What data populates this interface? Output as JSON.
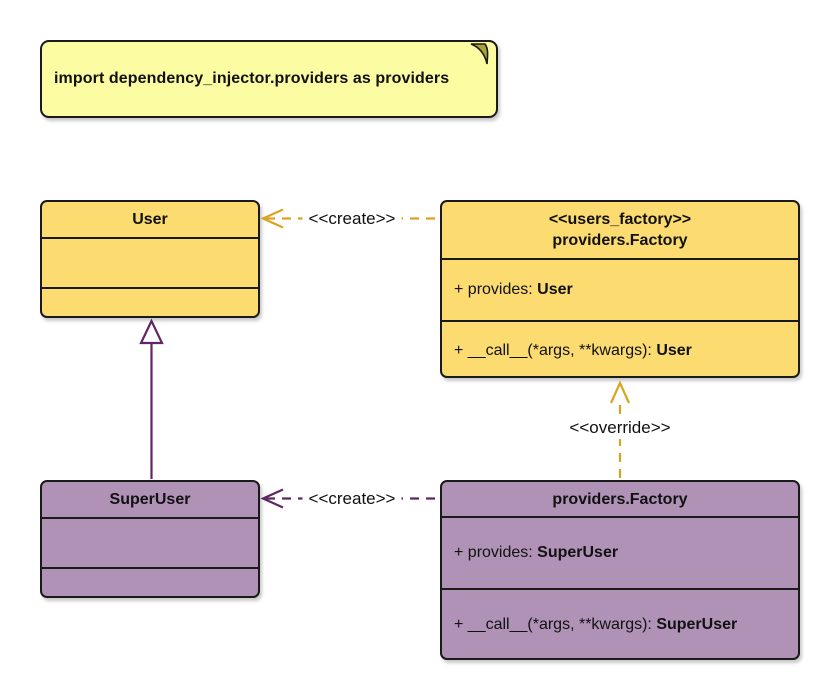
{
  "note": {
    "text": "import dependency_injector.providers as providers"
  },
  "classes": {
    "user": {
      "title": "User"
    },
    "users_factory": {
      "stereotype": "<<users_factory>>",
      "title": "providers.Factory",
      "attribute_prefix": "+ provides: ",
      "attribute_type": "User",
      "method_prefix": "+ __call__(*args, **kwargs): ",
      "method_type": "User"
    },
    "superuser": {
      "title": "SuperUser"
    },
    "superuser_factory": {
      "title": "providers.Factory",
      "attribute_prefix": "+ provides: ",
      "attribute_type": "SuperUser",
      "method_prefix": "+ __call__(*args, **kwargs): ",
      "method_type": "SuperUser"
    }
  },
  "edges": {
    "create_user": {
      "label": "<<create>>"
    },
    "create_superuser": {
      "label": "<<create>>"
    },
    "override": {
      "label": "<<override>>"
    }
  },
  "colors": {
    "user_fill": "#FCDB71",
    "superuser_fill": "#B192B7",
    "note_fill": "#FCFCA3",
    "note_fold": "#A9A339",
    "gold_edge": "#D9A420",
    "purple_edge": "#5E2763",
    "border": "#1A1A1A",
    "text": "#111111",
    "canvas_bg": "#FFFFFF"
  }
}
